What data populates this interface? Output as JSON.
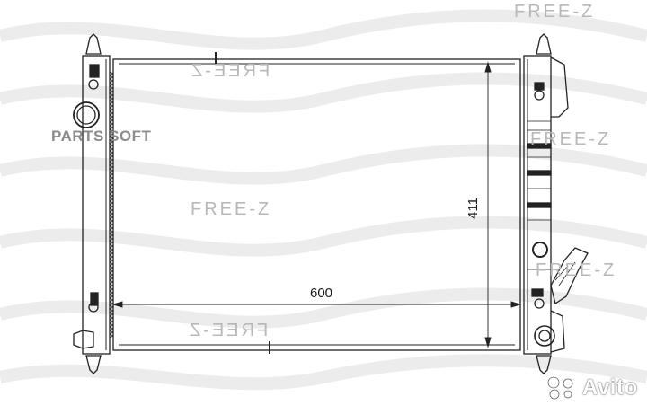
{
  "watermarks": {
    "brand": "FREE-Z",
    "site": "PARTS SOFT",
    "marketplace": "Avito"
  },
  "dimensions": {
    "width_label": "600",
    "height_label": "411"
  },
  "colors": {
    "line": "#222222",
    "watermark": "#b8b8b8",
    "wave": "#e6e6e6"
  }
}
